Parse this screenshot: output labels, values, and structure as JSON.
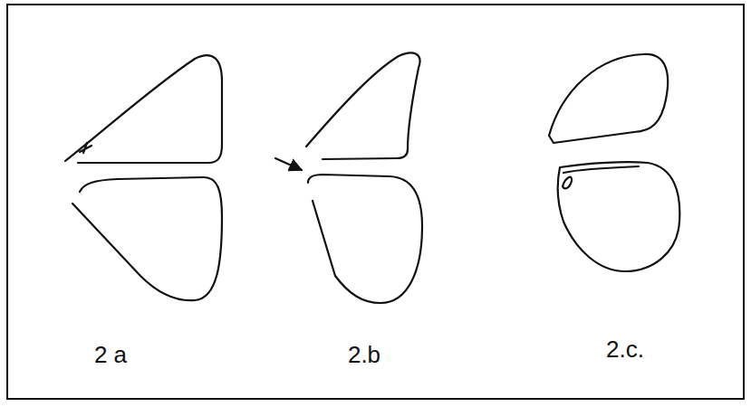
{
  "diagram": {
    "labels": [
      "2 a",
      "2.b",
      "2.c."
    ]
  }
}
